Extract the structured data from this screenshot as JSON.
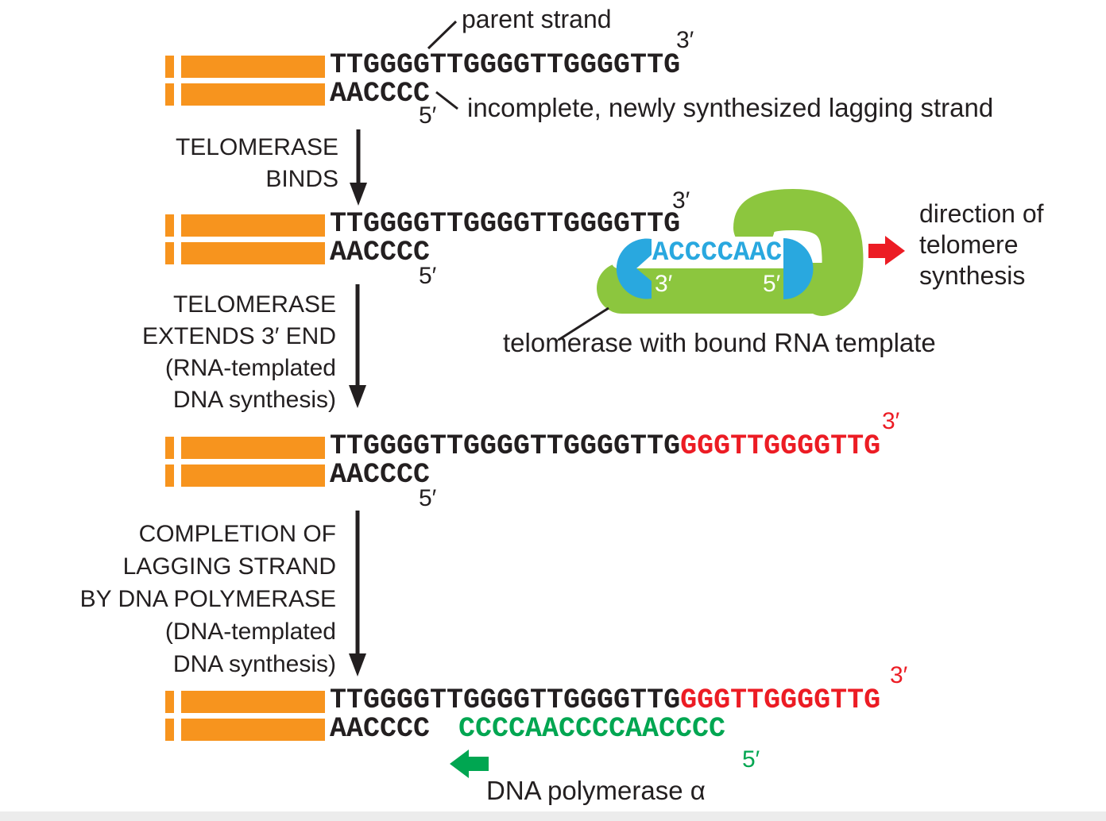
{
  "colors": {
    "telomere_orange": "#F7941E",
    "telomerase_green": "#8CC63E",
    "rna_blue": "#29A8DF",
    "extension_red": "#EC1C24",
    "polymerase_green": "#00A651",
    "text_black": "#231F20"
  },
  "sequences": {
    "parent": "TTGGGGTTGGGGTTGGGGTTG",
    "lagging": "AACCCC",
    "telomerase_extension": "GGGTTGGGGTTG",
    "rna_template": "ACCCCAAC",
    "polymerase_fill": "CCCCAACCCCAACCCC"
  },
  "labels": {
    "parent_strand": "parent strand",
    "incomplete_strand": "incomplete, newly synthesized lagging strand",
    "three_prime": "3′",
    "five_prime": "5′",
    "step1": [
      "TELOMERASE",
      "BINDS"
    ],
    "step2": [
      "TELOMERASE",
      "EXTENDS 3′ END",
      "(RNA-templated",
      "DNA synthesis)"
    ],
    "step3": [
      "COMPLETION OF",
      "LAGGING STRAND",
      "BY DNA POLYMERASE",
      "(DNA-templated",
      "DNA synthesis)"
    ],
    "telomerase_caption": "telomerase with bound RNA template",
    "direction": [
      "direction of",
      "telomere",
      "synthesis"
    ],
    "dna_polymerase": "DNA polymerase α"
  }
}
